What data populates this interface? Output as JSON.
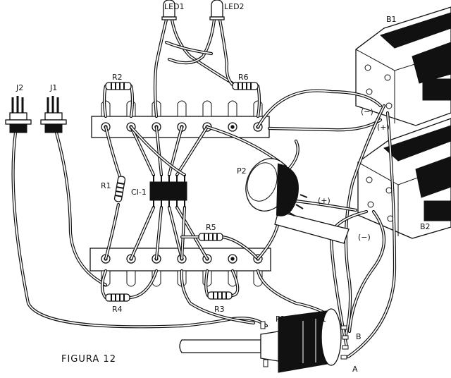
{
  "figure": {
    "caption": "FIGURA 12"
  },
  "components": {
    "led1": "LED1",
    "led2": "LED2",
    "b1": "B1",
    "b2": "B2",
    "j1": "J1",
    "j2": "J2",
    "r1": "R1",
    "r2": "R2",
    "r3": "R3",
    "r4": "R4",
    "r5": "R5",
    "r6": "R6",
    "ci1": "CI-1",
    "p1": "P1",
    "p2": "P2",
    "s1": "S1"
  },
  "terminals": {
    "minus_top": "(−)",
    "plus_top": "(+)",
    "plus_mid": "(+)",
    "minus_mid": "(−)",
    "a": "A",
    "b": "B"
  }
}
